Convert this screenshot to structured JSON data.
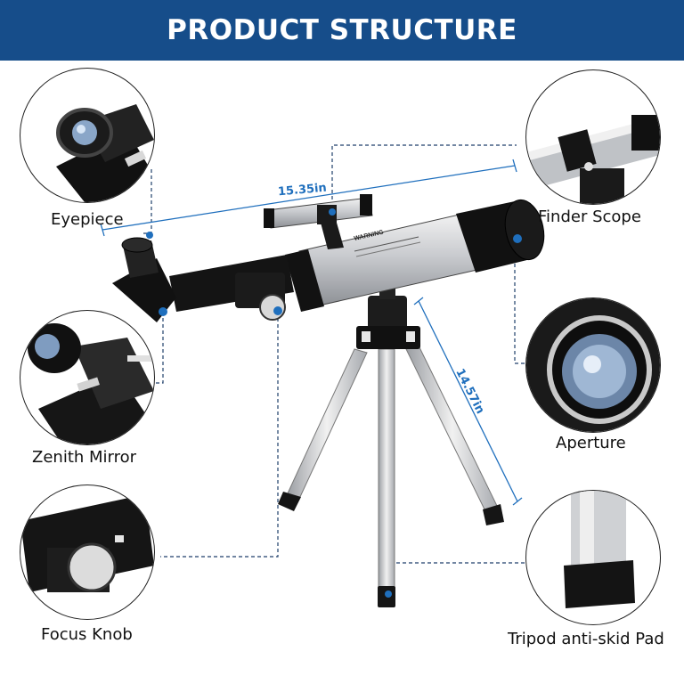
{
  "banner": {
    "title": "PRODUCT STRUCTURE"
  },
  "parts": [
    {
      "label": "Eyepiece"
    },
    {
      "label": "Zenith Mirror"
    },
    {
      "label": "Focus Knob"
    },
    {
      "label": "Finder Scope"
    },
    {
      "label": "Aperture"
    },
    {
      "label": "Tripod anti-skid Pad"
    }
  ],
  "dimensions": {
    "length": "15.35in",
    "height": "14.57in"
  },
  "tube_label": "WARNING",
  "colors": {
    "banner": "#164d8a",
    "accent": "#1f6fbd",
    "tube": "#c9cbcf",
    "metal": "#111111"
  }
}
